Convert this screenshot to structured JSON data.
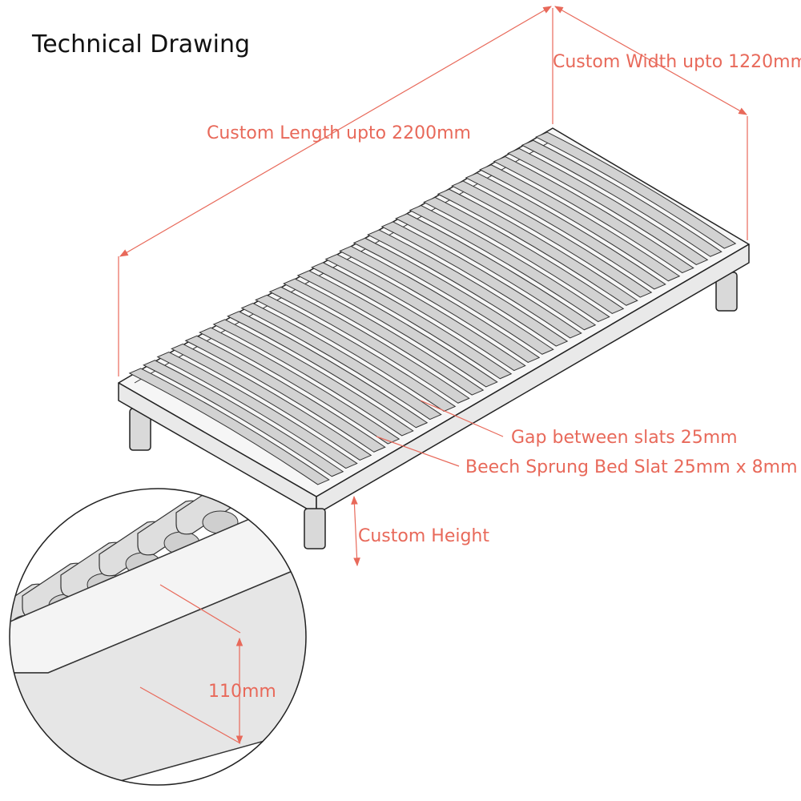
{
  "title": "Technical Drawing",
  "labels": {
    "length": "Custom Length upto 2200mm",
    "width": "Custom Width upto 1220mm",
    "gap": "Gap between slats 25mm",
    "slat": "Beech Sprung Bed Slat 25mm x 8mm",
    "height": "Custom Height",
    "frame_depth": "110mm"
  },
  "colors": {
    "dimension": "#e8695a",
    "outline": "#222222"
  }
}
